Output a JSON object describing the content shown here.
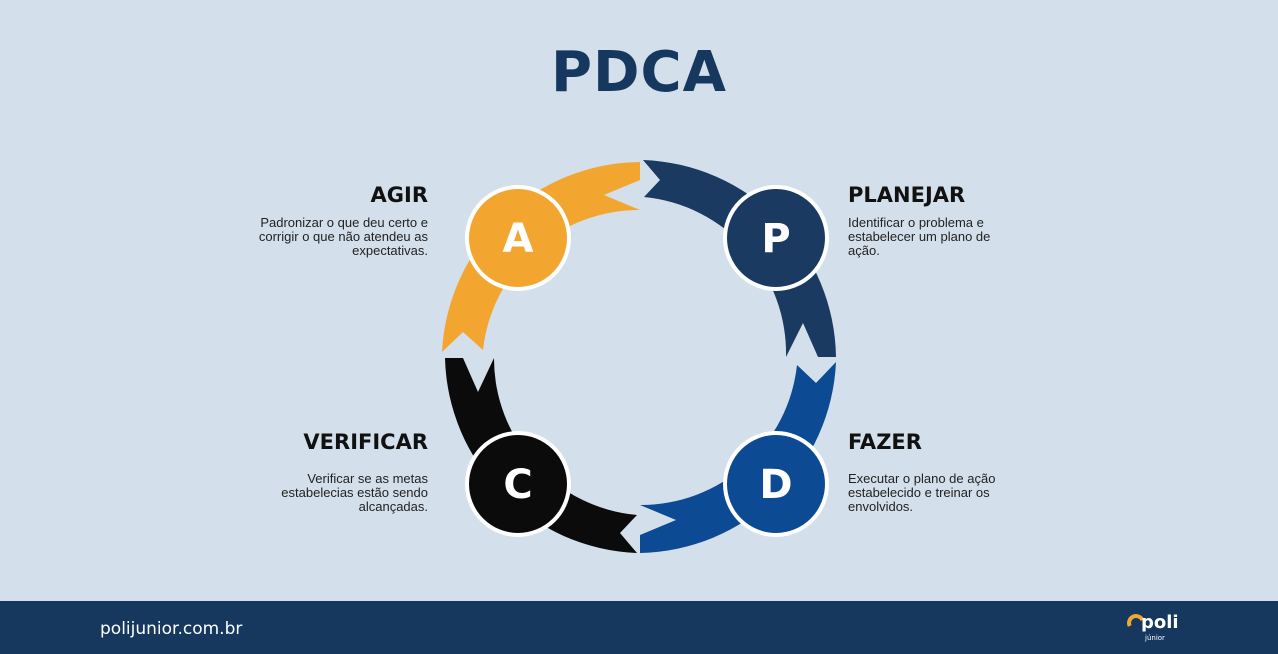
{
  "title": "PDCA",
  "steps": {
    "plan": {
      "letter": "P",
      "title": "PLANEJAR",
      "desc": "Identificar o problema e estabelecer um plano de ação.",
      "color": "#1a3a62"
    },
    "do": {
      "letter": "D",
      "title": "FAZER",
      "desc": "Executar o plano de ação estabelecido e treinar os envolvidos.",
      "color": "#0d4a94"
    },
    "check": {
      "letter": "C",
      "title": "VERIFICAR",
      "desc": "Verificar se as metas estabelecias estão sendo alcançadas.",
      "color": "#0b0b0b"
    },
    "act": {
      "letter": "A",
      "title": "AGIR",
      "desc": "Padronizar o que deu certo e corrigir o que não atendeu as expectativas.",
      "color": "#f2a630"
    }
  },
  "footer": {
    "site": "polijunior.com.br",
    "logo_text": "poli",
    "logo_subtext": "júnior"
  }
}
